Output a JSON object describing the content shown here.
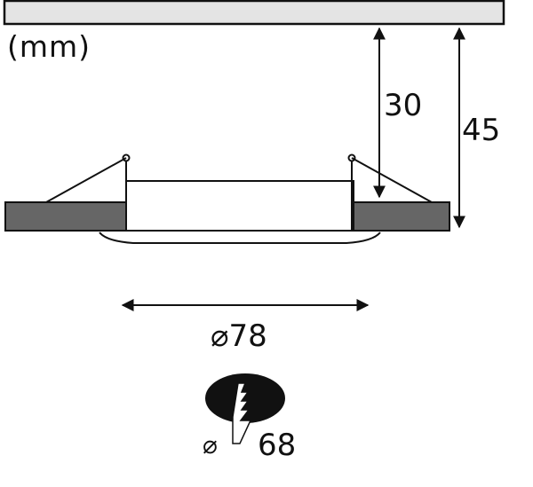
{
  "diagram": {
    "type": "technical-dimension-drawing",
    "subject": "recessed downlight installation dimensions",
    "units_label": "(mm)",
    "dimensions": {
      "recess_depth": {
        "value": "30",
        "orientation": "vertical"
      },
      "total_height": {
        "value": "45",
        "orientation": "vertical"
      },
      "outer_diameter": {
        "value": "⌀78",
        "orientation": "horizontal"
      },
      "cutout_diameter": {
        "symbol": "⌀",
        "value": "68"
      }
    },
    "icons": {
      "cutout": "drill-hole-saw-icon"
    },
    "colors": {
      "ceiling_fill": "#e4e4e4",
      "ceiling_board_fill": "#666666",
      "line": "#111111",
      "background": "#ffffff"
    }
  }
}
